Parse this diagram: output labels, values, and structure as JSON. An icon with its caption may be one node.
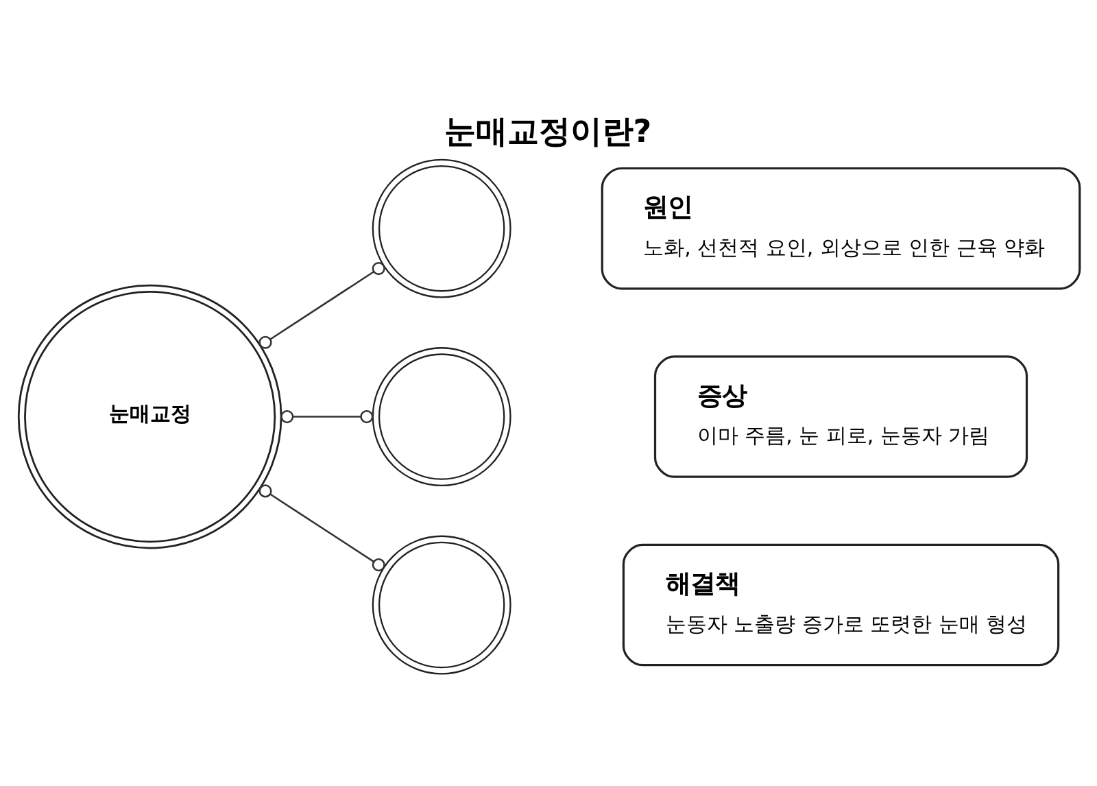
{
  "diagram": {
    "title": "눈매교정이란?",
    "nodes": [
      {
        "text": [
          "눈매교정"
        ]
      },
      {
        "text": [],
        "shape": "circle"
      },
      {
        "text": [
          "원인",
          "노화, 선천적 요인, 외상으로 인한 근육 약화"
        ]
      },
      {
        "text": [],
        "shape": "circle"
      },
      {
        "text": [
          "증상",
          "이마 주름, 눈 피로, 눈동자 가림"
        ]
      },
      {
        "text": [],
        "shape": "circle"
      },
      {
        "text": [
          "해결책",
          "눈동자 노출량 증가로 또렷한 눈매 형성"
        ]
      }
    ],
    "edges": [
      {
        "from": 0,
        "to": 1,
        "arrow": "other"
      },
      {
        "from": 0,
        "to": 3,
        "arrow": "other"
      },
      {
        "from": 0,
        "to": 5,
        "arrow": "other"
      }
    ]
  }
}
